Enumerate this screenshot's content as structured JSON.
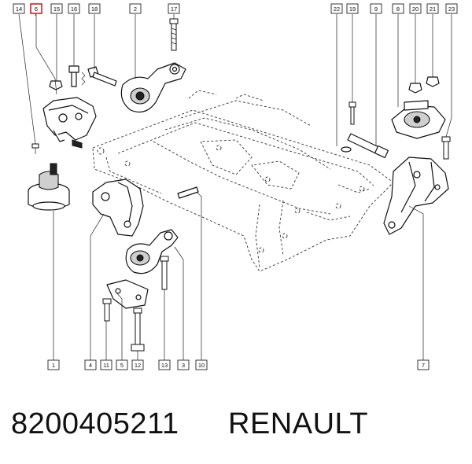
{
  "caption": {
    "part_number": "8200405211",
    "brand": "RENAULT"
  },
  "highlight_color": "#d42020",
  "callouts_top": [
    {
      "label": "14",
      "highlighted": false
    },
    {
      "label": "6",
      "highlighted": true
    },
    {
      "label": "15",
      "highlighted": false
    },
    {
      "label": "16",
      "highlighted": false
    },
    {
      "label": "18",
      "highlighted": false
    },
    {
      "label": "2",
      "highlighted": false
    },
    {
      "label": "17",
      "highlighted": false
    },
    {
      "label": "22",
      "highlighted": false
    },
    {
      "label": "19",
      "highlighted": false
    },
    {
      "label": "9",
      "highlighted": false
    },
    {
      "label": "8",
      "highlighted": false
    },
    {
      "label": "20",
      "highlighted": false
    },
    {
      "label": "21",
      "highlighted": false
    },
    {
      "label": "23",
      "highlighted": false
    }
  ],
  "callouts_bottom": [
    {
      "label": "1"
    },
    {
      "label": "4"
    },
    {
      "label": "11"
    },
    {
      "label": "5"
    },
    {
      "label": "12"
    },
    {
      "label": "13"
    },
    {
      "label": "3"
    },
    {
      "label": "10"
    },
    {
      "label": "7"
    }
  ]
}
